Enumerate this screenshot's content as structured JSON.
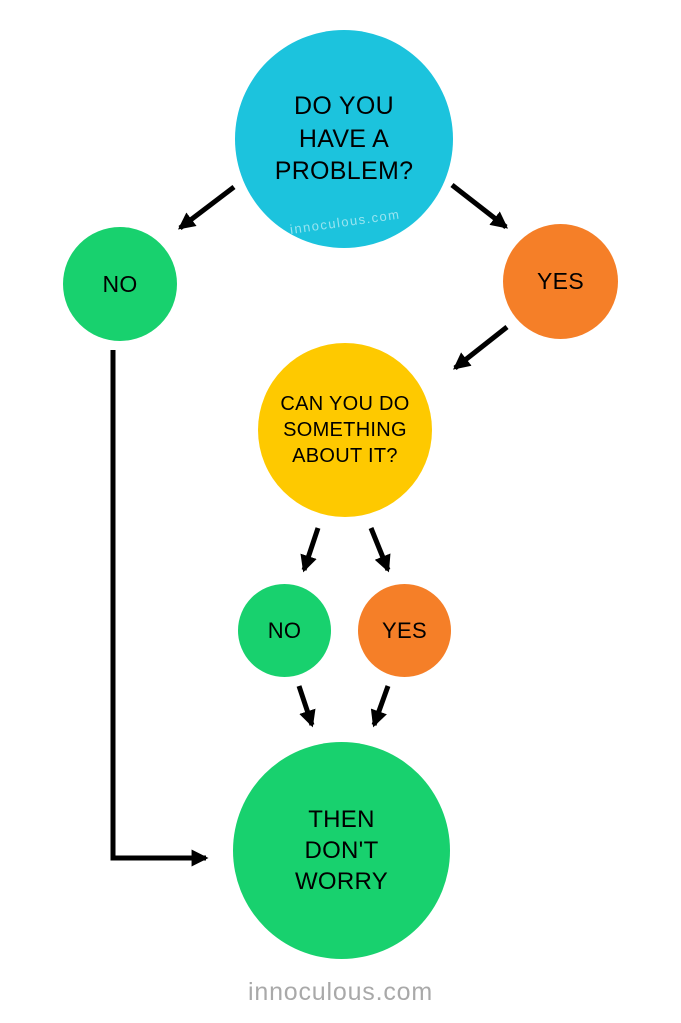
{
  "diagram": {
    "type": "flowchart",
    "arrow_color": "#000000",
    "text_color": "#000000",
    "background_color": "#ffffff",
    "nodes": [
      {
        "id": "q-problem",
        "label": "DO YOU\nHAVE A\nPROBLEM?",
        "color": "#1cc3dd",
        "shape": "circle"
      },
      {
        "id": "no-1",
        "label": "NO",
        "color": "#18d16e",
        "shape": "circle"
      },
      {
        "id": "yes-1",
        "label": "YES",
        "color": "#f57f28",
        "shape": "circle"
      },
      {
        "id": "q-can-do",
        "label": "CAN YOU DO\nSOMETHING\nABOUT IT?",
        "color": "#fec900",
        "shape": "circle"
      },
      {
        "id": "no-2",
        "label": "NO",
        "color": "#18d16e",
        "shape": "circle"
      },
      {
        "id": "yes-2",
        "label": "YES",
        "color": "#f57f28",
        "shape": "circle"
      },
      {
        "id": "conclusion",
        "label": "THEN\nDON'T\nWORRY",
        "color": "#18d16e",
        "shape": "circle"
      }
    ],
    "edges": [
      {
        "from": "q-problem",
        "to": "no-1"
      },
      {
        "from": "q-problem",
        "to": "yes-1"
      },
      {
        "from": "yes-1",
        "to": "q-can-do"
      },
      {
        "from": "q-can-do",
        "to": "no-2"
      },
      {
        "from": "q-can-do",
        "to": "yes-2"
      },
      {
        "from": "no-2",
        "to": "conclusion"
      },
      {
        "from": "yes-2",
        "to": "conclusion"
      },
      {
        "from": "no-1",
        "to": "conclusion"
      }
    ]
  },
  "watermarks": {
    "inner": "innoculous.com",
    "footer": "innoculous.com",
    "footer_color": "#a9a9a9"
  }
}
